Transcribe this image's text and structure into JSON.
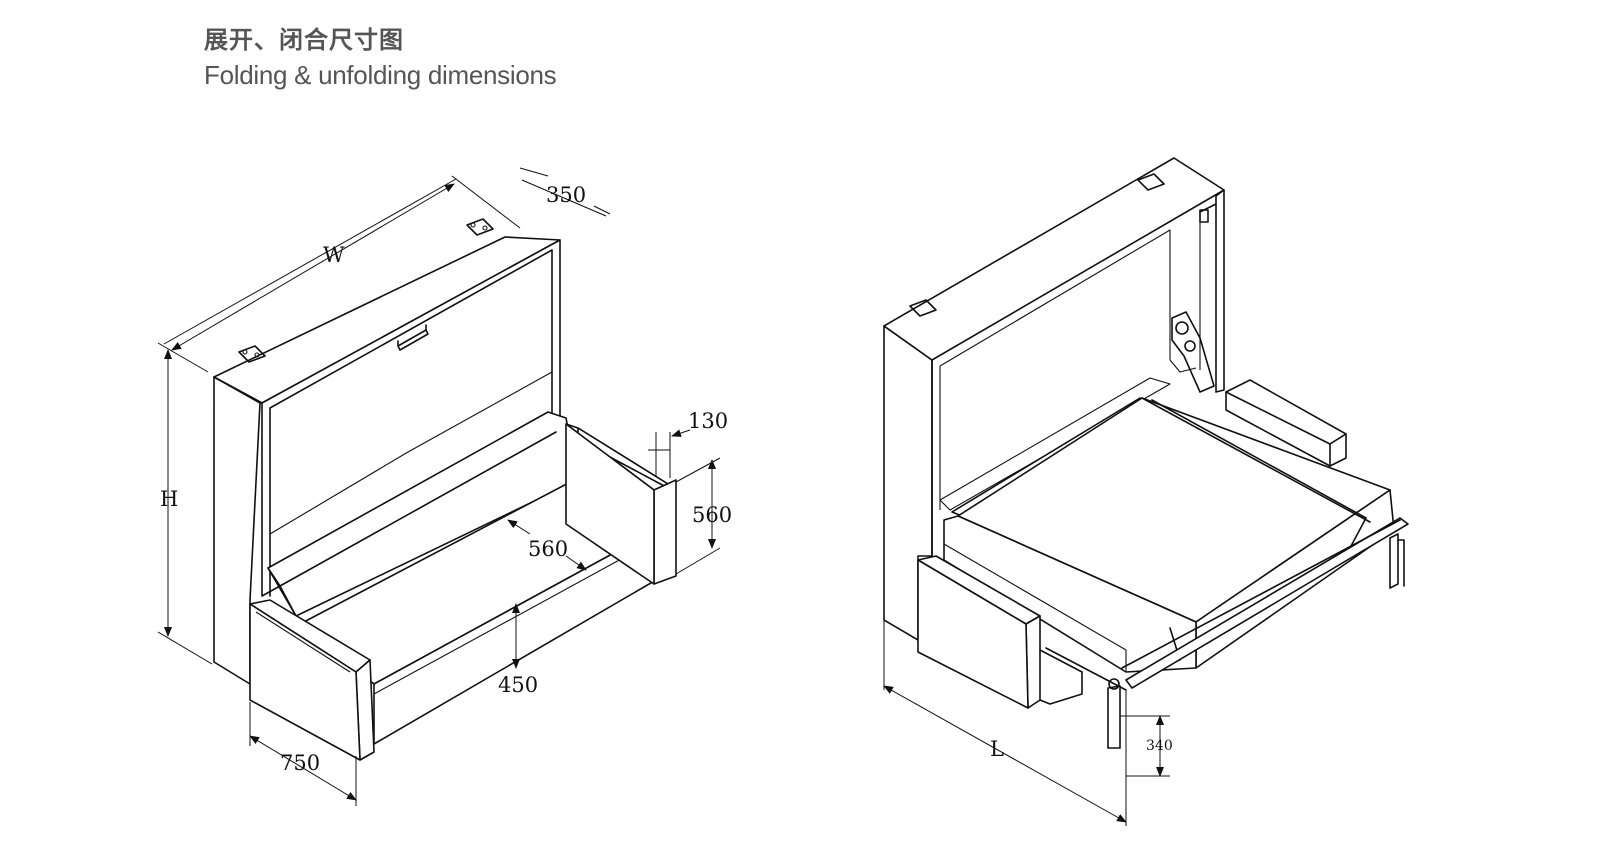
{
  "header": {
    "title_cn": "展开、闭合尺寸图",
    "title_en": "Folding & unfolding dimensions"
  },
  "folded_view": {
    "dimensions": {
      "width": "W",
      "height": "H",
      "depth": "350",
      "armrest_width": "130",
      "armrest_height": "560",
      "seat_depth": "560",
      "seat_height": "450",
      "sofa_depth": "750"
    }
  },
  "unfolded_view": {
    "dimensions": {
      "length": "L",
      "bed_height": "340"
    }
  },
  "colors": {
    "line": "#111111",
    "title": "#555555",
    "background": "#ffffff"
  }
}
